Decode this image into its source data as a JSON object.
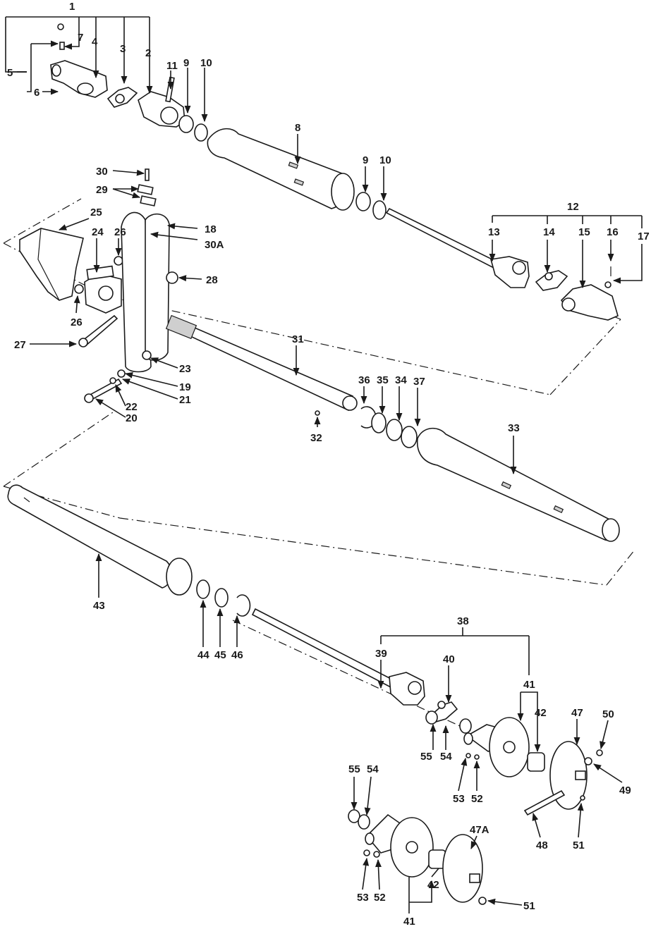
{
  "callouts": [
    "1",
    "2",
    "3",
    "4",
    "5",
    "6",
    "7",
    "8",
    "9",
    "10",
    "11",
    "12",
    "13",
    "14",
    "15",
    "16",
    "17",
    "18",
    "19",
    "20",
    "21",
    "22",
    "23",
    "24",
    "25",
    "26",
    "27",
    "28",
    "29",
    "30",
    "30A",
    "31",
    "32",
    "33",
    "34",
    "35",
    "36",
    "37",
    "38",
    "39",
    "40",
    "41",
    "42",
    "43",
    "44",
    "45",
    "46",
    "47",
    "47A",
    "48",
    "49",
    "50",
    "51",
    "52",
    "53",
    "54",
    "55"
  ]
}
